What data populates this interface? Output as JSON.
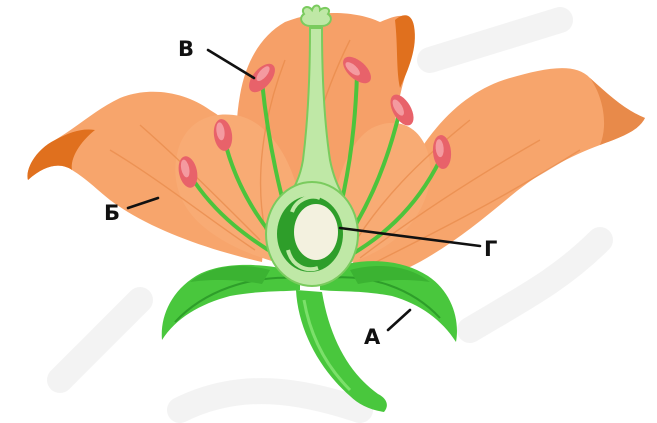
{
  "labels": {
    "a": "А",
    "b": "Б",
    "v": "В",
    "g": "Г"
  },
  "colors": {
    "petal": "#f7a56c",
    "petal_edge": "#e0701e",
    "petal_vein": "#e88a4a",
    "sepal": "#49c73d",
    "sepal_dark": "#2e9e2a",
    "filament": "#4cc43c",
    "anther": "#e8626a",
    "anther_light": "#f49aa0",
    "pistil": "#bfe8a6",
    "pistil_edge": "#7acb5e",
    "ovary_seed": "#f3f1df",
    "line": "#111111"
  }
}
